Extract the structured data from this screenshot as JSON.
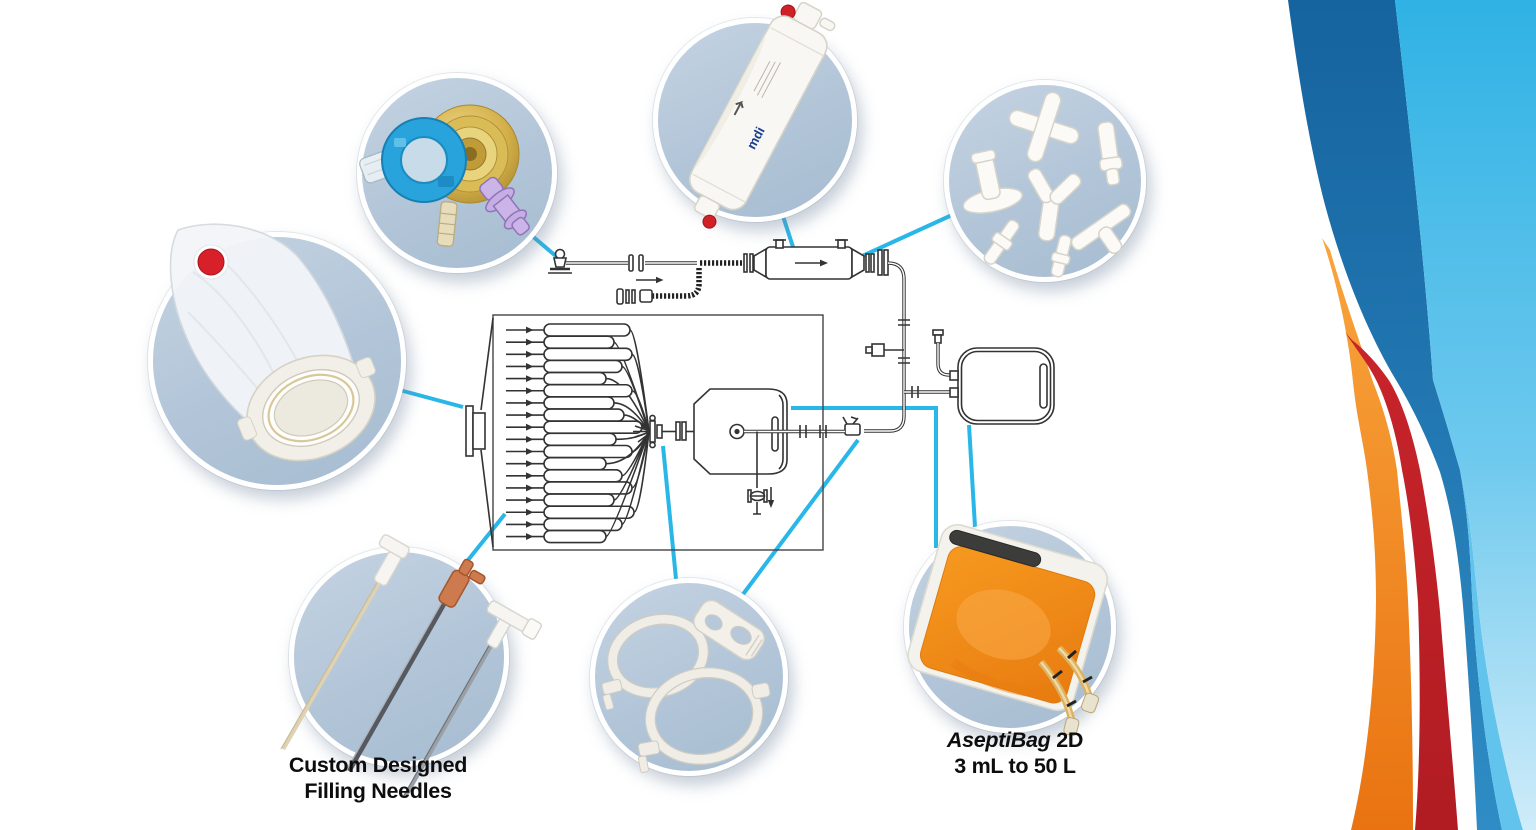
{
  "captions": {
    "needles_line1": "Custom Designed",
    "needles_line2": "Filling Needles",
    "bag_brand": "AseptiBag",
    "bag_model": "2D",
    "bag_range": "3 mL to 50 L"
  },
  "filter": {
    "brand": "mdi"
  },
  "colors": {
    "callout_line": "#29b7e8",
    "bubble_background": "#b6c8da",
    "bubble_border": "#ffffff",
    "schematic_stroke": "#333333",
    "swoosh_light_top": "#2fb2e4",
    "swoosh_light_bottom": "#cfecf9",
    "swoosh_dark_blue": "#15639f",
    "swoosh_orange": "#f28d1e",
    "swoosh_red": "#c5232a",
    "bag_fill_orange": "#f6931d",
    "red_cap": "#d7202a",
    "blue_ring": "#29a3dc",
    "gold_port": "#d8b84a"
  },
  "components": [
    {
      "id": "sterile-connector-bubble"
    },
    {
      "id": "filter-capsule-bubble"
    },
    {
      "id": "plastic-fittings-bubble"
    },
    {
      "id": "liner-bag-bubble"
    },
    {
      "id": "filling-needles-bubble"
    },
    {
      "id": "clamps-bubble"
    },
    {
      "id": "aseptibag-2d-bubble"
    }
  ]
}
